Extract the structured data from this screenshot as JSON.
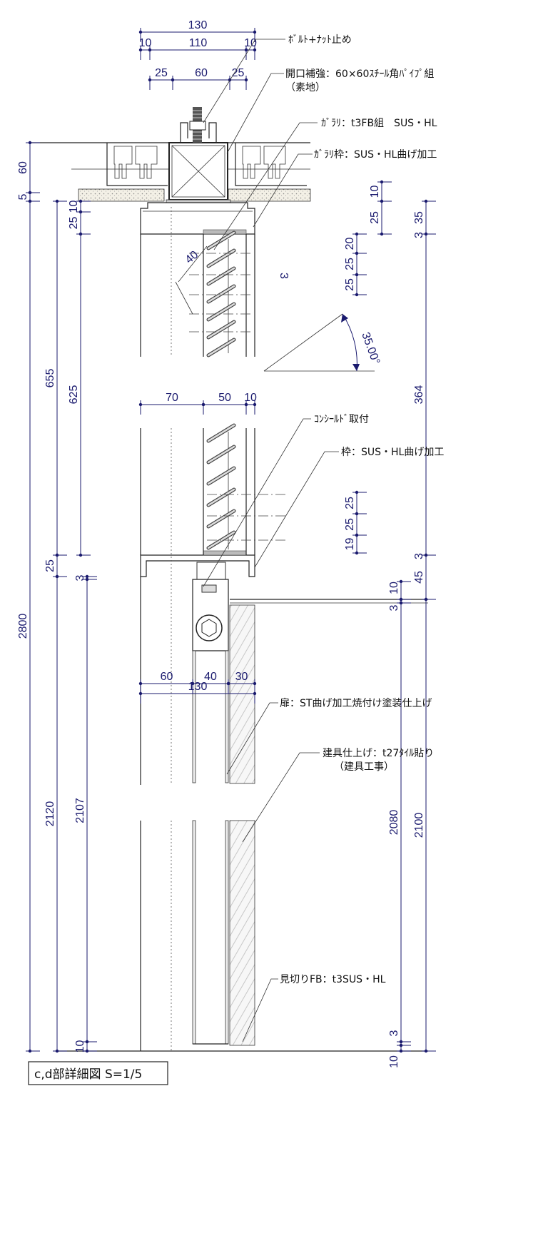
{
  "labels": {
    "bolt": "ﾎﾞﾙﾄ+ﾅｯﾄ止め",
    "opening": "開口補強：60×60ｽﾁｰﾙ角ﾊﾟｲﾌﾟ組",
    "opening_sub": "（素地）",
    "gallery": "ｶﾞﾗﾘ：t3FB組　SUS・HL",
    "gallery_frame": "ｶﾞﾗﾘ枠：SUS・HL曲げ加工",
    "concealed": "ｺﾝｼｰﾙﾄﾞ取付",
    "frame": "枠：SUS・HL曲げ加工",
    "door": "扉：ST曲げ加工焼付け塗装仕上げ",
    "finish": "建具仕上げ：t27ﾀｲﾙ貼り",
    "finish_sub": "（建具工事）",
    "trim": "見切りFB：t3SUS・HL",
    "angle": "35.00°",
    "slat_pitch": "40",
    "slat_thk": "3",
    "gap_upper": "3",
    "gap_lower": "3"
  },
  "dimensions": [
    "130",
    "10",
    "110",
    "10",
    "25",
    "60",
    "25",
    "70",
    "50",
    "10",
    "60",
    "40",
    "30",
    "130",
    "60",
    "5",
    "2800",
    "655",
    "25",
    "2120",
    "10",
    "25",
    "625",
    "3",
    "2107",
    "10",
    "10",
    "25",
    "35",
    "364",
    "45",
    "2100",
    "20",
    "25",
    "25",
    "25",
    "25",
    "19",
    "10",
    "3",
    "2080",
    "3",
    "10"
  ],
  "title": "c,d部詳細図 S=1/5"
}
